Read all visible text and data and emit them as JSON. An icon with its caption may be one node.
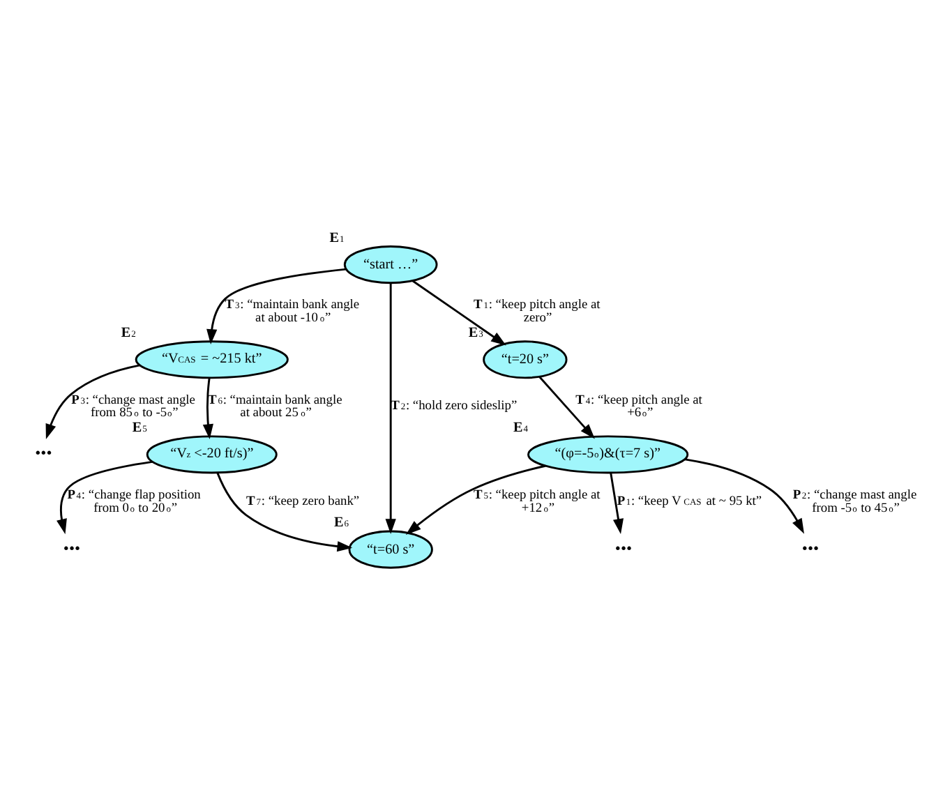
{
  "diagram": {
    "nodes": [
      {
        "text": [
          "“start …”"
        ],
        "beside": [
          "**E**$_{1}$"
        ]
      },
      {
        "text": [
          "“V$_{CAS}$ = ~215 kt”"
        ],
        "beside": [
          "**E**$_{2}$"
        ]
      },
      {
        "text": [
          "“t=20 s”"
        ],
        "beside": [
          "**E**$_{3}$"
        ]
      },
      {
        "text": [
          "•••"
        ]
      },
      {
        "text": [
          "“(φ=-5$^{o}$)&(τ=7 s)”"
        ],
        "beside": [
          "**E**$_{4}$"
        ]
      },
      {
        "text": [
          "“V$_{z}$ <-20 ft/s)”"
        ],
        "beside": [
          "**E**$_{5}$"
        ]
      },
      {
        "text": [
          "•••"
        ]
      },
      {
        "text": [
          "“t=60 s”"
        ],
        "beside": [
          "**E**$_{6}$"
        ]
      },
      {
        "text": [
          "•••"
        ]
      },
      {
        "text": [
          "•••"
        ]
      }
    ],
    "edges": [
      {
        "from": 0,
        "to": 2,
        "arrow": "to",
        "label": "**T**$_{1}$: “keep pitch angle at zero”"
      },
      {
        "from": 0,
        "to": 7,
        "arrow": "to",
        "label": "**T**$_{2}$: “hold zero sideslip”"
      },
      {
        "from": 0,
        "to": 1,
        "arrow": "to",
        "label": "**T**$_{3}$: “maintain bank angle at about -10$^{o}$”"
      },
      {
        "from": 1,
        "to": 3,
        "arrow": "to",
        "label": "**P**$_{3}$: “change mast angle from 85$^{o}$ to -5$^{o}$”"
      },
      {
        "from": 1,
        "to": 5,
        "arrow": "to",
        "label": "**T**$_{6}$: “maintain bank angle at about 25$^{o}$”"
      },
      {
        "from": 2,
        "to": 4,
        "arrow": "to",
        "label": "**T**$_{4}$: “keep pitch angle at +6$^{o}$”"
      },
      {
        "from": 4,
        "to": 6,
        "arrow": "to",
        "label": "**P**$_{1}$: “keep V$_{CAS}$ at ~ 95 kt”"
      },
      {
        "from": 4,
        "to": 8,
        "arrow": "to",
        "label": "**P**$_{2}$: “change mast angle from -5$^{o}$ to 45$^{o}$”"
      },
      {
        "from": 4,
        "to": 7,
        "arrow": "to",
        "label": "**T**$_{5}$: “keep pitch angle at +12$^{o}$”"
      },
      {
        "from": 5,
        "to": 7,
        "arrow": "to",
        "label": "**T**$_{7}$: “keep zero bank”"
      },
      {
        "from": 5,
        "to": 9,
        "arrow": "to",
        "label": "**P**$_{4}$: “change flap position from 0$^{o}$ to 20$^{o}$”"
      }
    ]
  }
}
